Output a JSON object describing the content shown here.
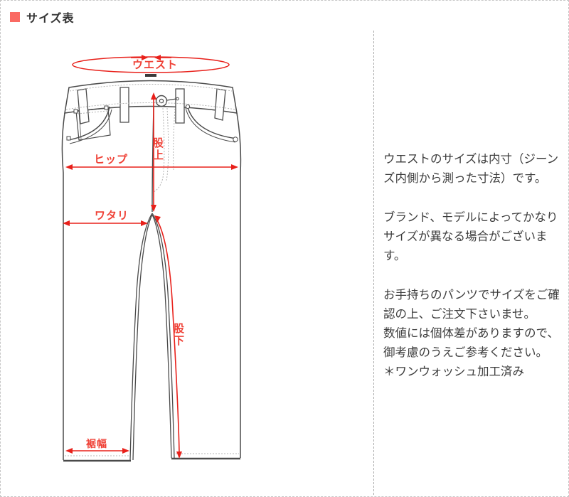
{
  "header": {
    "title": "サイズ表"
  },
  "diagram": {
    "description": "jeans-measurement-diagram",
    "labels": {
      "waist": "ウエスト",
      "hip": "ヒップ",
      "thigh": "ワタリ",
      "rise": "股上",
      "inseam": "股下",
      "hem_width": "裾幅"
    }
  },
  "notes": {
    "paragraphs": [
      "ウエストのサイズは内寸（ジーンズ内側から測った寸法）です。",
      "ブランド、モデルによってかなりサイズが異なる場合がございます。",
      "お手持ちのパンツでサイズをご確認の上、ご注文下さいませ。\n数値には個体差がありますので、御考慮のうえご参考ください。\n＊ワンウォッシュ加工済み"
    ]
  },
  "colors": {
    "annotation_line": "#e8201a",
    "annotation_label": "#ef4136",
    "header_bullet": "#fa6a63",
    "body_text": "#3d3d3d",
    "drawing_line": "#4a4a4a",
    "stitch_line": "#b5b5b5",
    "border": "#c6c6c6"
  }
}
